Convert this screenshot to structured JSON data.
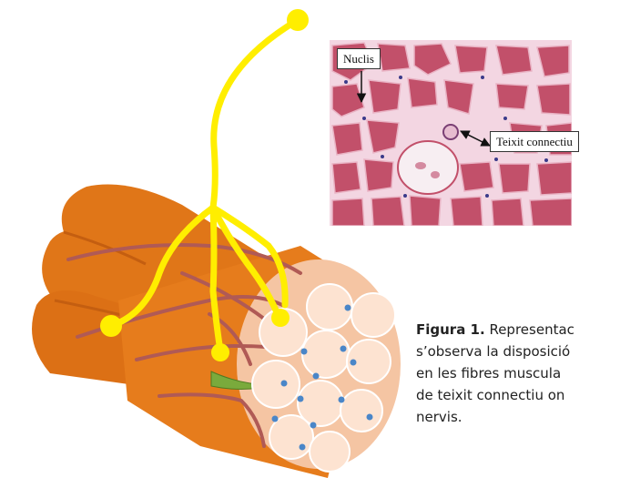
{
  "micrograph": {
    "label_nucleus": "Nuclis",
    "label_connective": "Teixit connectiu"
  },
  "caption": {
    "figure_label": "Figura 1.",
    "line1_rest": " Representac",
    "line2": "s’observa la disposició",
    "line3": "en les fibres muscula",
    "line4": "de teixit connectiu on",
    "line5": "nervis."
  },
  "colors": {
    "muscle_fascicle": "#e07618",
    "fiber_end": "#f8d2b8",
    "nerve": "#ffee00",
    "blood_vessel": "#b05a55",
    "vessel_green": "#7aaa3c",
    "nucleus_dots": "#4a86c8",
    "tissue_pink": "#c2506a"
  },
  "icons": [
    "arrow-icon"
  ]
}
